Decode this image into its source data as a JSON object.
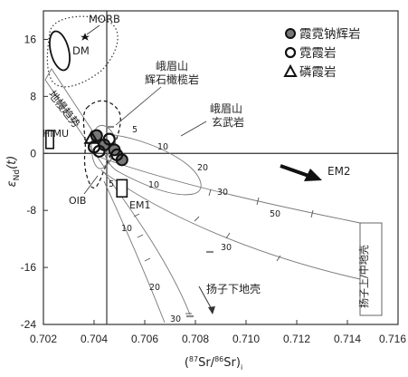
{
  "chart_data": {
    "type": "scatter",
    "x_axis": {
      "label_pre": "(",
      "label_sup1": "87",
      "label_mid": "Sr/",
      "label_sup2": "86",
      "label_post": "Sr)",
      "label_sub": "i",
      "range": [
        0.702,
        0.716
      ],
      "ticks": [
        "0.702",
        "0.704",
        "0.706",
        "0.708",
        "0.710",
        "0.712",
        "0.714",
        "0.716"
      ]
    },
    "y_axis": {
      "label_main": "ε",
      "label_sub": "Nd",
      "label_tail": "(t)",
      "range": [
        -24,
        20
      ],
      "ticks": [
        "16",
        "8",
        "0",
        "-8",
        "-16",
        "-24"
      ]
    },
    "reference_lines": {
      "x": 0.7045,
      "y": 0
    },
    "legend": {
      "position": "top-right",
      "items": [
        {
          "symbol": "filled-circle",
          "label": "霞霓钠辉岩"
        },
        {
          "symbol": "open-circle",
          "label": "霓霞岩"
        },
        {
          "symbol": "triangle",
          "label": "磷霞岩"
        }
      ]
    },
    "series": [
      {
        "symbol": "filled-circle",
        "points": [
          {
            "x": 0.7041,
            "y": 2.5
          },
          {
            "x": 0.7044,
            "y": 1.2
          },
          {
            "x": 0.7048,
            "y": 0.5
          },
          {
            "x": 0.7051,
            "y": -0.9
          }
        ]
      },
      {
        "symbol": "open-circle",
        "points": [
          {
            "x": 0.7042,
            "y": 0.3
          },
          {
            "x": 0.7046,
            "y": 2.0
          },
          {
            "x": 0.7049,
            "y": -0.2
          },
          {
            "x": 0.704,
            "y": 0.9
          }
        ]
      },
      {
        "symbol": "triangle",
        "points": [
          {
            "x": 0.7039,
            "y": 2.1
          }
        ]
      }
    ],
    "reservoirs": {
      "morb_label": "MORB",
      "dm_label": "DM",
      "himu_label": "HIMU",
      "oib_label": "OIB",
      "em1_label": "EM1",
      "em2_label": "EM2",
      "himu_box": {
        "x": [
          0.7021,
          0.7024
        ],
        "y": [
          0.7,
          3.2
        ]
      },
      "em1_box": {
        "x": [
          0.7049,
          0.7053
        ],
        "y": [
          -6.1,
          -3.7
        ]
      }
    },
    "annotations": {
      "ermeishan_picrite": [
        "峨眉山",
        "辉石橄榄岩"
      ],
      "ermeishan_basalt": [
        "峨眉山",
        "玄武岩"
      ],
      "mantle_array": "地幔趋势",
      "lower_crust": "扬子下地壳",
      "upper_crust": "扬子上/中地壳"
    },
    "curve_labels": {
      "upper": [
        "5",
        "10",
        "20",
        "30",
        "50"
      ],
      "lower": [
        "5",
        "10",
        "10",
        "20",
        "30",
        "30"
      ]
    },
    "colors": {
      "filled_marker": "#777777",
      "outline": "#111111",
      "curves": "#777777"
    }
  }
}
